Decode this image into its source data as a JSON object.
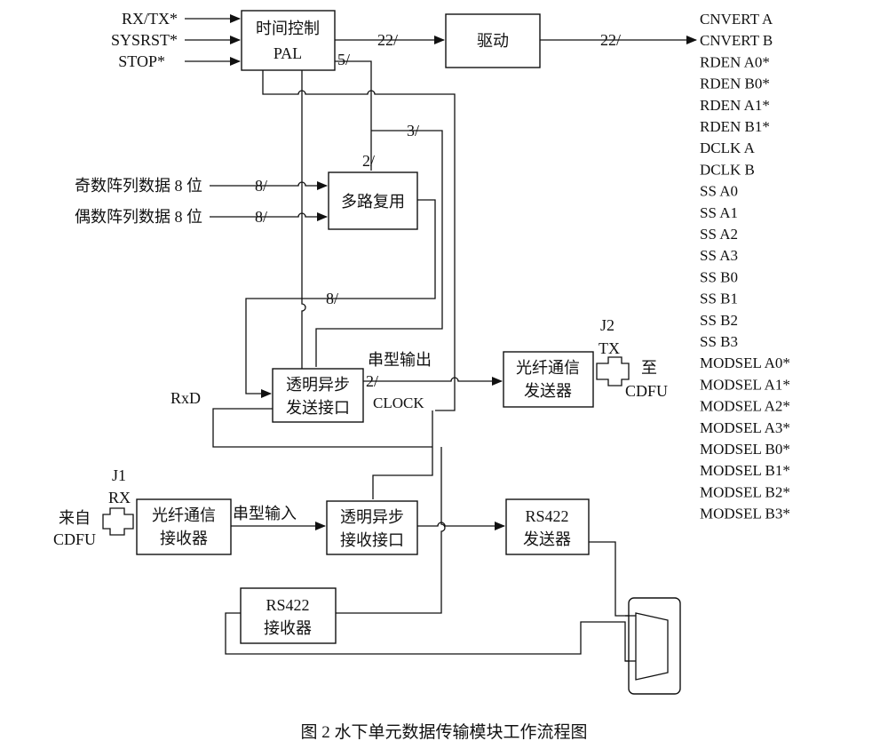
{
  "inputs": {
    "rxtx": "RX/TX*",
    "sysrst": "SYSRST*",
    "stop": "STOP*"
  },
  "blocks": {
    "timing_l1": "时间控制",
    "timing_l2": "PAL",
    "driver": "驱动",
    "mux": "多路复用",
    "tx_async_l1": "透明异步",
    "tx_async_l2": "发送接口",
    "fiber_tx_l1": "光纤通信",
    "fiber_tx_l2": "发送器",
    "fiber_rx_l1": "光纤通信",
    "fiber_rx_l2": "接收器",
    "rx_async_l1": "透明异步",
    "rx_async_l2": "接收接口",
    "rs422_tx_l1": "RS422",
    "rs422_tx_l2": "发送器",
    "rs422_rx_l1": "RS422",
    "rs422_rx_l2": "接收器"
  },
  "bus_labels": {
    "b22a": "22/",
    "b22b": "22/",
    "b5": "5/",
    "b3": "3/",
    "b2a": "2/",
    "b8odd": "8/",
    "b8even": "8/",
    "b8fb": "8/",
    "b2b": "2/"
  },
  "labels": {
    "odd": "奇数阵列数据 8 位",
    "even": "偶数阵列数据 8 位",
    "serial_out": "串型输出",
    "clock": "CLOCK",
    "rxd": "RxD",
    "serial_in": "串型输入",
    "j2": "J2",
    "tx": "TX",
    "to": "至",
    "cdfu_to": "CDFU",
    "j1": "J1",
    "rx": "RX",
    "from": "来自",
    "cdfu_from": "CDFU"
  },
  "outputs": [
    "CNVERT A",
    "CNVERT B",
    "RDEN A0*",
    "RDEN B0*",
    "RDEN A1*",
    "RDEN B1*",
    "DCLK A",
    "DCLK B",
    "SS  A0",
    "SS  A1",
    "SS  A2",
    "SS  A3",
    "SS  B0",
    "SS  B1",
    "SS  B2",
    "SS  B3",
    "MODSEL A0*",
    "MODSEL A1*",
    "MODSEL A2*",
    "MODSEL A3*",
    "MODSEL B0*",
    "MODSEL B1*",
    "MODSEL B2*",
    "MODSEL B3*"
  ],
  "caption": "图 2   水下单元数据传输模块工作流程图"
}
